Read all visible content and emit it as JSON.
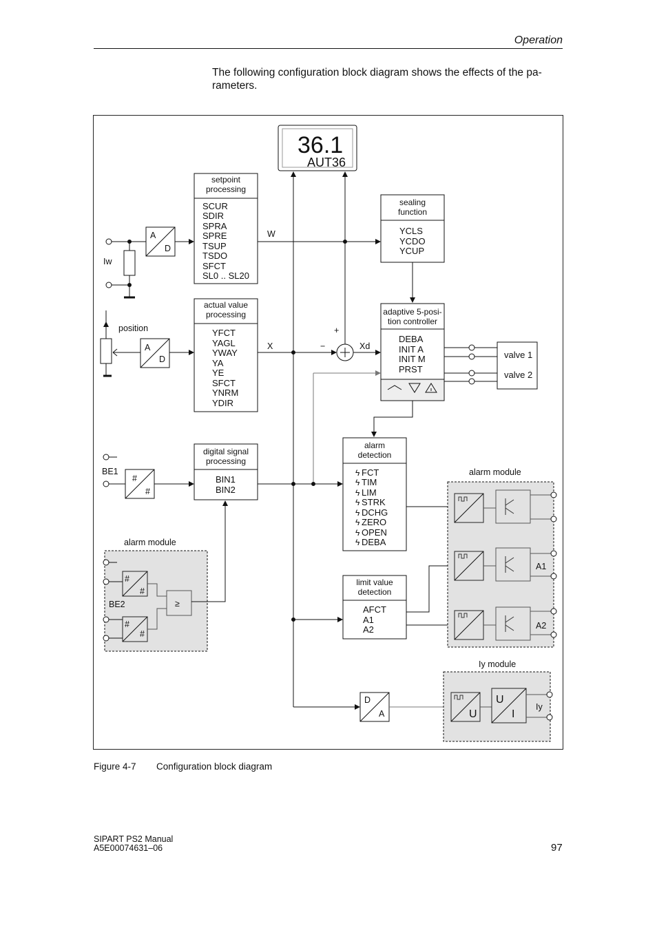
{
  "header": {
    "section": "Operation"
  },
  "intro": "The following configuration block diagram shows the effects of the pa-rameters.",
  "intro_lines": [
    "The following configuration block diagram shows the effects of the pa-",
    "rameters."
  ],
  "display": {
    "main": "36.1",
    "sub": "AUT36"
  },
  "blocks": {
    "setpoint": {
      "title": [
        "setpoint",
        "processing"
      ],
      "params": [
        "SCUR",
        "SDIR",
        "SPRA",
        "SPRE",
        "TSUP",
        "TSDO",
        "SFCT",
        "SL0 .. SL20"
      ]
    },
    "actual": {
      "title": [
        "actual value",
        "processing"
      ],
      "params": [
        "YFCT",
        "YAGL",
        "YWAY",
        "YA",
        "YE",
        "SFCT",
        "YNRM",
        "YDIR"
      ]
    },
    "digital": {
      "title": [
        "digital signal",
        "processing"
      ],
      "params": [
        "BIN1",
        "BIN2"
      ]
    },
    "sealing": {
      "title": [
        "sealing",
        "function"
      ],
      "params": [
        "YCLS",
        "YCDO",
        "YCUP"
      ]
    },
    "controller": {
      "title": [
        "adaptive 5-posi-",
        "tion controller"
      ],
      "params": [
        "DEBA",
        "INIT A",
        "INIT M",
        "PRST"
      ]
    },
    "alarm_detection": {
      "title": [
        "alarm",
        "detection"
      ],
      "params": [
        "FCT",
        "TIM",
        "LIM",
        "STRK",
        "DCHG",
        "ZERO",
        "OPEN",
        "DEBA"
      ]
    },
    "limit": {
      "title": [
        "limit value",
        "detection"
      ],
      "params": [
        "AFCT",
        "A1",
        "A2"
      ]
    },
    "valves": [
      "valve 1",
      "valve 2"
    ]
  },
  "labels": {
    "iw": "Iw",
    "position": "position",
    "be1": "BE1",
    "be2": "BE2",
    "w": "W",
    "x": "X",
    "xd": "Xd",
    "plus": "+",
    "minus": "−",
    "alarm_module": "alarm module",
    "iy_module": "Iy module",
    "iy": "Iy",
    "a1": "A1",
    "a2": "A2",
    "ad_a": "A",
    "ad_d": "D",
    "hash": "#",
    "geq": "≥",
    "u": "U",
    "i": "I"
  },
  "caption": {
    "number": "Figure 4-7",
    "text": "Configuration block diagram"
  },
  "footer": {
    "manual": "SIPART PS2  Manual",
    "order": "A5E00074631–06",
    "page": "97"
  }
}
